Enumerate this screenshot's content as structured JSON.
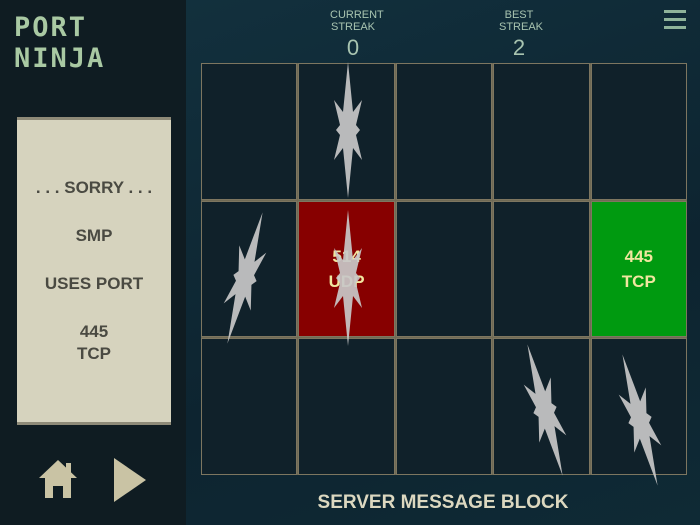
{
  "app": {
    "title": "PORT NINJA"
  },
  "stats": {
    "current_label": "CURRENT STREAK",
    "current_value": "0",
    "best_label": "BEST STREAK",
    "best_value": "2"
  },
  "scroll": {
    "line1": ". . . SORRY . . .",
    "line2": "SMP",
    "line3": "USES PORT",
    "line4a": "445",
    "line4b": "TCP"
  },
  "grid": {
    "cells": [
      {
        "port": "",
        "proto": "",
        "state": "empty"
      },
      {
        "port": "",
        "proto": "",
        "state": "empty"
      },
      {
        "port": "",
        "proto": "",
        "state": "empty"
      },
      {
        "port": "",
        "proto": "",
        "state": "empty"
      },
      {
        "port": "",
        "proto": "",
        "state": "empty"
      },
      {
        "port": "",
        "proto": "",
        "state": "empty"
      },
      {
        "port": "514",
        "proto": "UDP",
        "state": "wrong",
        "color": "#870000"
      },
      {
        "port": "",
        "proto": "",
        "state": "empty"
      },
      {
        "port": "",
        "proto": "",
        "state": "empty"
      },
      {
        "port": "445",
        "proto": "TCP",
        "state": "correct",
        "color": "#009a10"
      },
      {
        "port": "",
        "proto": "",
        "state": "empty"
      },
      {
        "port": "",
        "proto": "",
        "state": "empty"
      },
      {
        "port": "",
        "proto": "",
        "state": "empty"
      },
      {
        "port": "",
        "proto": "",
        "state": "empty"
      },
      {
        "port": "",
        "proto": "",
        "state": "empty"
      }
    ]
  },
  "question": {
    "label": "SERVER MESSAGE BLOCK"
  },
  "icons": {
    "home": "home-icon",
    "play": "play-icon",
    "menu": "hamburger-menu-icon",
    "shuriken": "shuriken-icon"
  }
}
